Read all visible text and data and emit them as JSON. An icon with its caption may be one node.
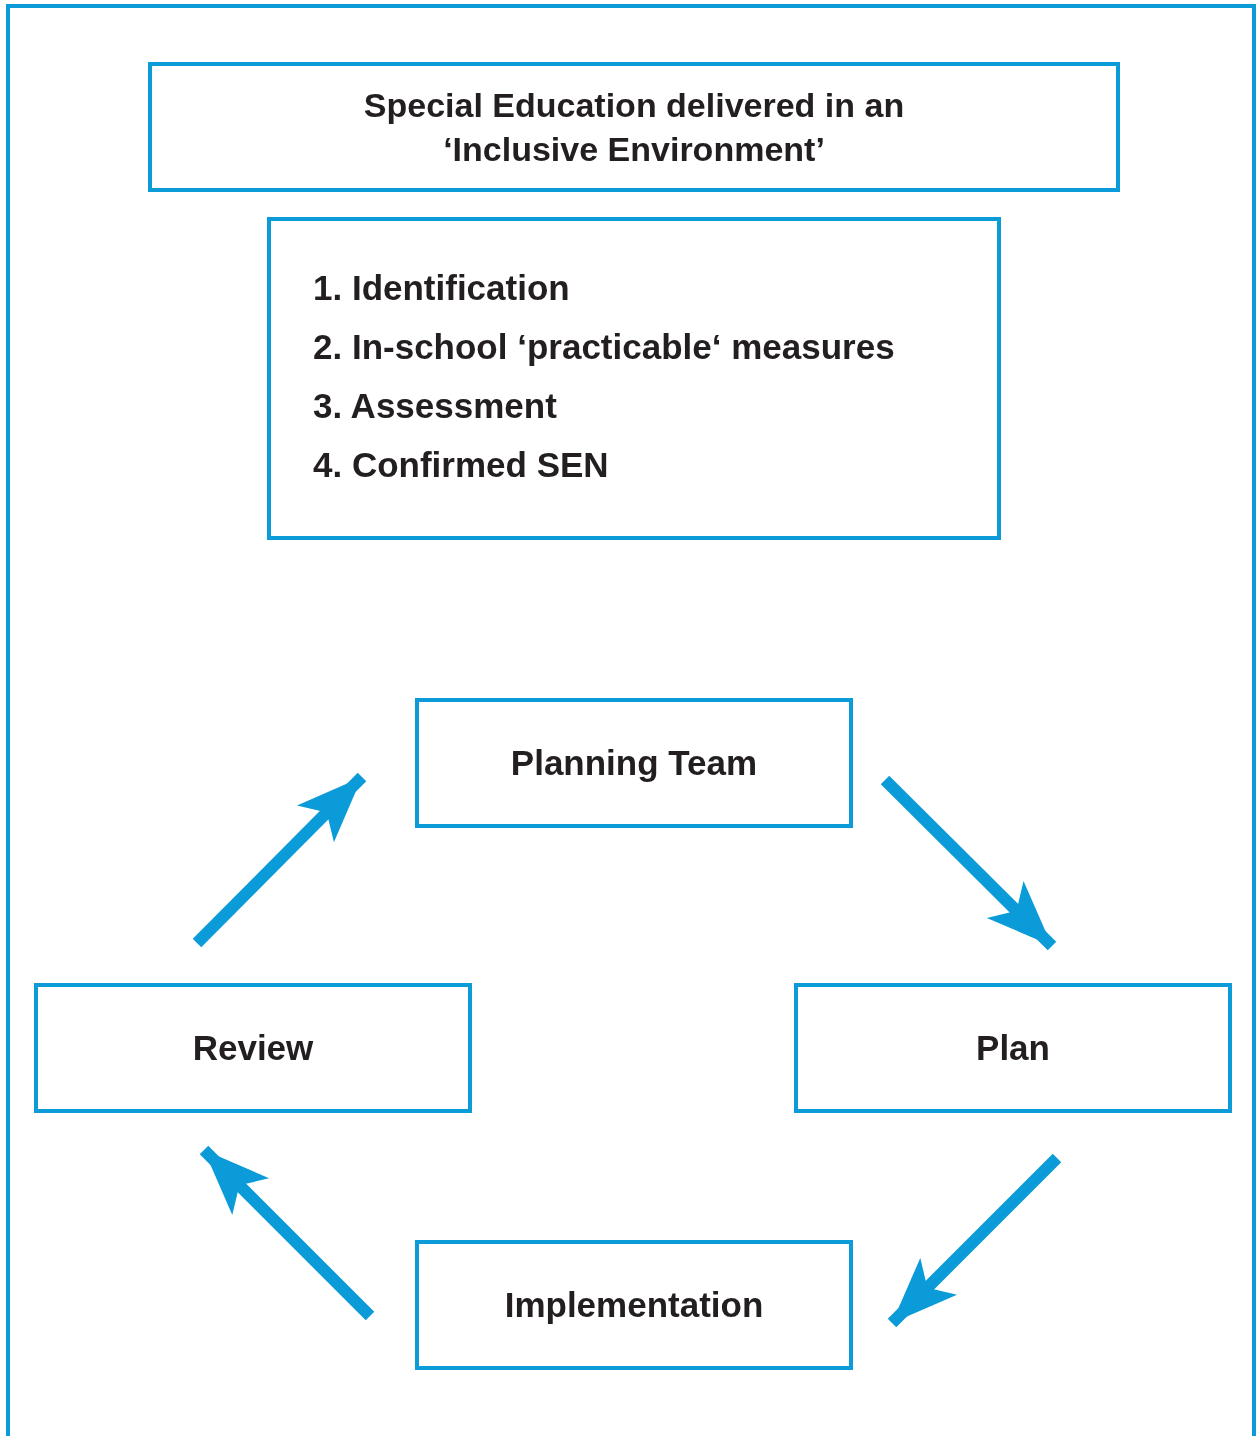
{
  "diagram": {
    "nodes": [
      {
        "text": [
          "Special Education delivered in an ‘Inclusive Environment’"
        ]
      },
      {
        "text": [
          "1. Identification",
          "2. In-school ‘practicable‘ measures",
          "3. Assessment",
          "4. Confirmed SEN"
        ]
      },
      {
        "text": [
          "Planning Team"
        ]
      },
      {
        "text": [
          "Plan"
        ]
      },
      {
        "text": [
          "Implementation"
        ]
      },
      {
        "text": [
          "Review"
        ]
      }
    ],
    "edges": [
      {
        "from": 2,
        "to": 3,
        "arrow": "to"
      },
      {
        "from": 3,
        "to": 4,
        "arrow": "to"
      },
      {
        "from": 4,
        "to": 5,
        "arrow": "to"
      },
      {
        "from": 5,
        "to": 2,
        "arrow": "to"
      }
    ]
  }
}
